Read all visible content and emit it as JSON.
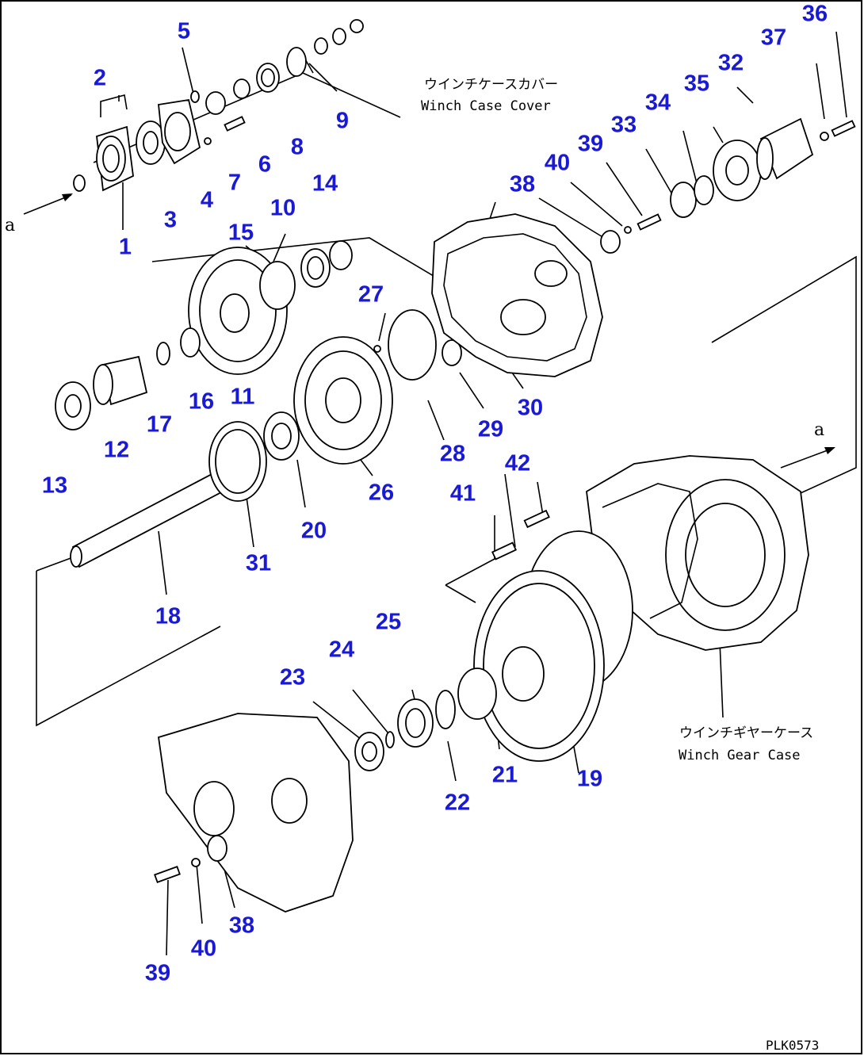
{
  "callouts": [
    "1",
    "2",
    "3",
    "4",
    "5",
    "6",
    "7",
    "8",
    "9",
    "10",
    "11",
    "12",
    "13",
    "14",
    "15",
    "16",
    "17",
    "18",
    "19",
    "20",
    "21",
    "22",
    "23",
    "24",
    "25",
    "26",
    "27",
    "28",
    "29",
    "30",
    "31",
    "32",
    "33",
    "34",
    "35",
    "36",
    "37",
    "38",
    "38",
    "39",
    "39",
    "40",
    "40",
    "41",
    "42"
  ],
  "annotations": {
    "case_cover_jp": "ウインチケースカバー",
    "case_cover_en": "Winch Case Cover",
    "gear_case_jp": "ウインチギヤーケース",
    "gear_case_en": "Winch Gear Case",
    "arrow_a_left": "a",
    "arrow_a_right": "a"
  },
  "drawing_code": "PLK0573",
  "colors": {
    "callout": "#1a1ad6",
    "line": "#000000",
    "border": "#000000"
  }
}
